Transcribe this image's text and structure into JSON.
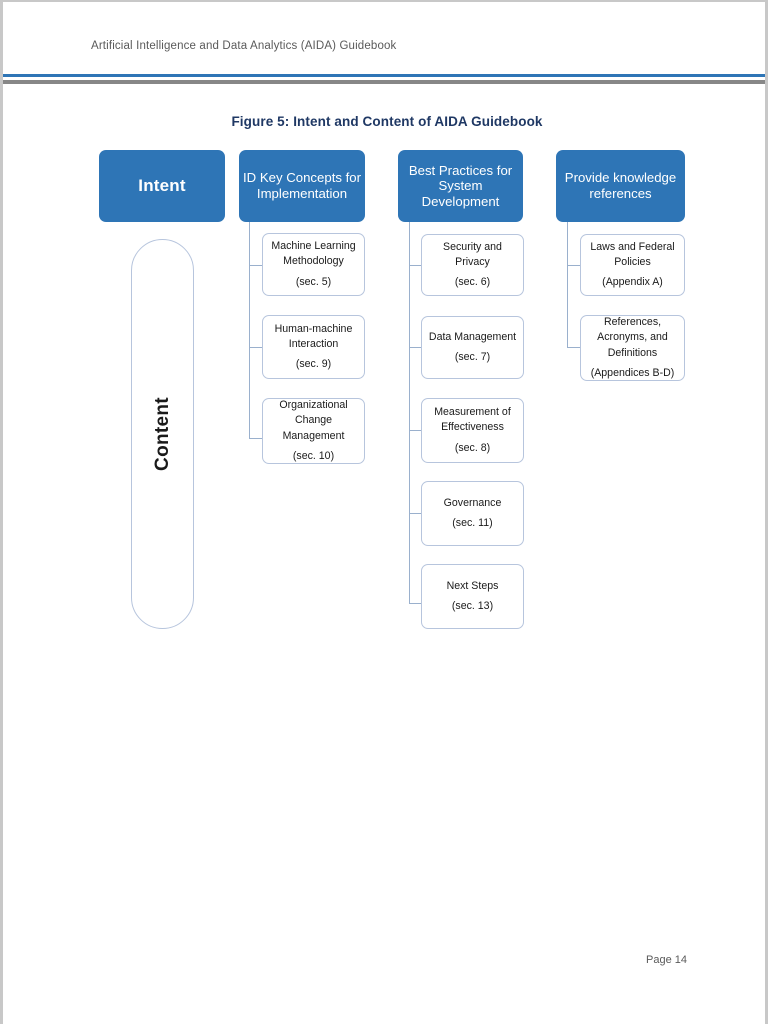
{
  "document": {
    "running_header": "Artificial Intelligence and Data Analytics (AIDA) Guidebook",
    "page_footer": "Page 14"
  },
  "figure": {
    "caption": "Figure 5: Intent and Content of AIDA Guidebook",
    "accent_color": "#2E75B6",
    "caption_color": "#1F3864",
    "node_border_color": "#B7C5DD",
    "connector_color": "#9AB0CD",
    "row_label": "Content",
    "headers": [
      {
        "label": "Intent"
      },
      {
        "label": "ID Key Concepts for Implementation"
      },
      {
        "label": "Best Practices for System Development"
      },
      {
        "label": "Provide knowledge references"
      }
    ],
    "columns": [
      {
        "header": "ID Key Concepts for Implementation",
        "nodes": [
          {
            "title": "Machine Learning Methodology",
            "section": "(sec. 5)"
          },
          {
            "title": "Human-machine Interaction",
            "section": "(sec. 9)"
          },
          {
            "title": "Organizational Change Management",
            "section": "(sec. 10)"
          }
        ]
      },
      {
        "header": "Best Practices for System Development",
        "nodes": [
          {
            "title": "Security and Privacy",
            "section": "(sec. 6)"
          },
          {
            "title": "Data Management",
            "section": "(sec. 7)"
          },
          {
            "title": "Measurement of Effectiveness",
            "section": "(sec. 8)"
          },
          {
            "title": "Governance",
            "section": "(sec. 11)"
          },
          {
            "title": "Next Steps",
            "section": "(sec. 13)"
          }
        ]
      },
      {
        "header": "Provide knowledge references",
        "nodes": [
          {
            "title": "Laws and Federal Policies",
            "section": "(Appendix A)"
          },
          {
            "title": "References, Acronyms, and Definitions",
            "section": "(Appendices B-D)"
          }
        ]
      }
    ]
  }
}
